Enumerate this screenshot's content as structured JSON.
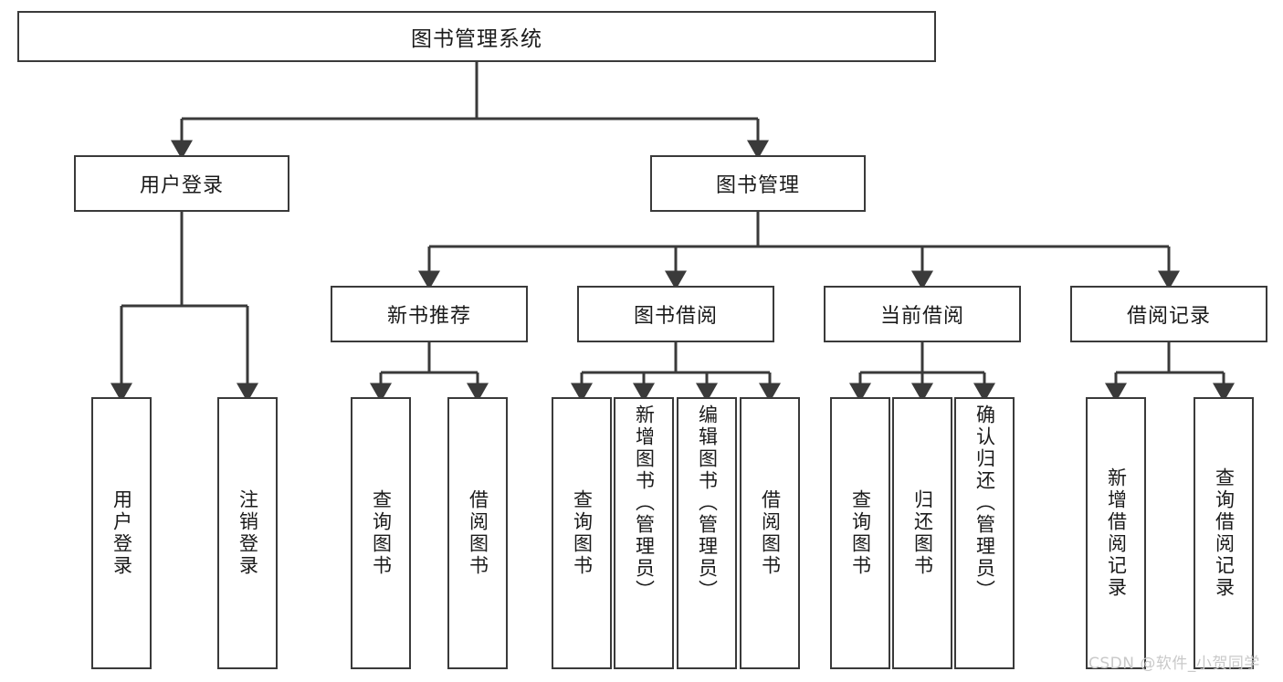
{
  "diagram": {
    "type": "tree",
    "title": "图书管理系统",
    "orientation": "top-down",
    "colors": {
      "box_border": "#3a3a3a",
      "box_fill": "#ffffff",
      "edge": "#3a3a3a",
      "text": "#1a1a1a",
      "watermark": "#c9c9c9"
    },
    "root": {
      "label": "图书管理系统"
    },
    "level2": [
      {
        "label": "用户登录"
      },
      {
        "label": "图书管理"
      }
    ],
    "level3": [
      {
        "label": "新书推荐"
      },
      {
        "label": "图书借阅"
      },
      {
        "label": "当前借阅"
      },
      {
        "label": "借阅记录"
      }
    ],
    "leaves": {
      "user_login": [
        {
          "label": "用户登录"
        },
        {
          "label": "注销登录"
        }
      ],
      "new_book_recommend": [
        {
          "label": "查询图书"
        },
        {
          "label": "借阅图书"
        }
      ],
      "book_borrow": [
        {
          "label": "查询图书"
        },
        {
          "label": "新增图书（管理员）"
        },
        {
          "label": "编辑图书（管理员）"
        },
        {
          "label": "借阅图书"
        }
      ],
      "current_borrow": [
        {
          "label": "查询图书"
        },
        {
          "label": "归还图书"
        },
        {
          "label": "确认归还（管理员）"
        }
      ],
      "borrow_record": [
        {
          "label": "新增借阅记录"
        },
        {
          "label": "查询借阅记录"
        }
      ]
    }
  },
  "watermark": {
    "text": "CSDN @软件_小贺同学"
  }
}
